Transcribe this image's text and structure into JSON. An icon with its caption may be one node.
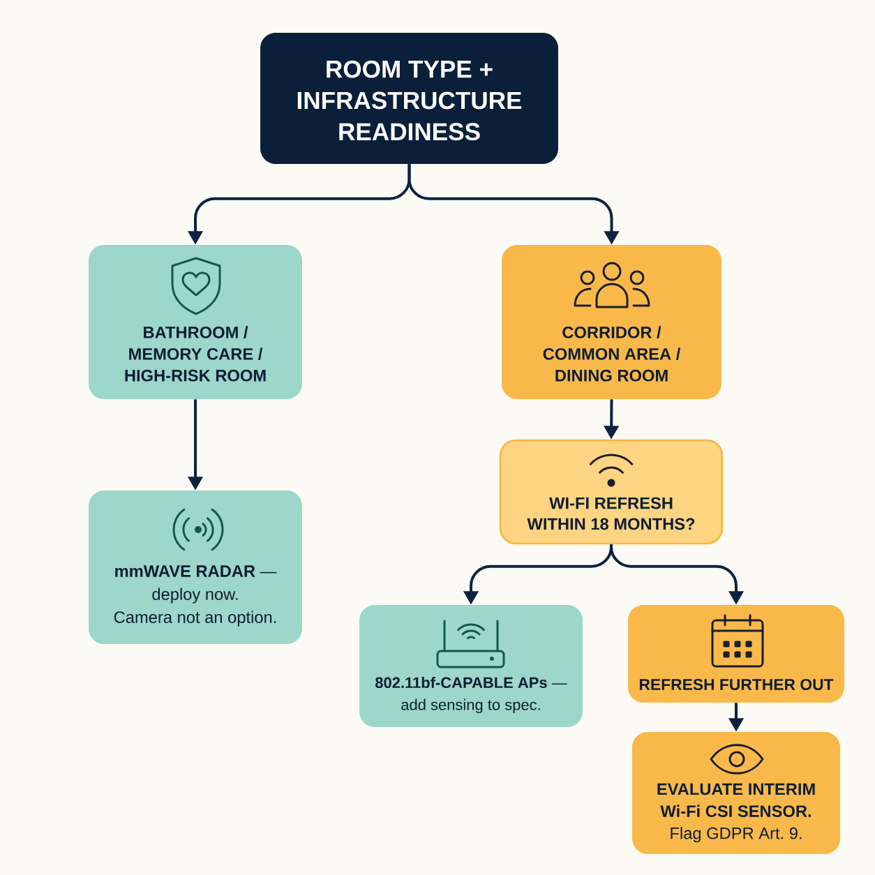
{
  "diagram": {
    "nodes": [
      {
        "text": [
          "ROOM TYPE + INFRASTRUCTURE READINESS"
        ]
      },
      {
        "text": [
          "BATHROOM / MEMORY CARE / HIGH-RISK ROOM"
        ]
      },
      {
        "text": [
          "CORRIDOR / COMMON AREA / DINING ROOM"
        ]
      },
      {
        "text": [
          "**mmWAVE RADAR** — deploy now.",
          "Camera not an option."
        ]
      },
      {
        "text": [
          "WI-FI REFRESH WITHIN 18 MONTHS?"
        ]
      },
      {
        "text": [
          "**802.11bf-CAPABLE APs** — add sensing to spec."
        ]
      },
      {
        "text": [
          "REFRESH FURTHER OUT"
        ]
      },
      {
        "text": [
          "EVALUATE INTERIM Wi-Fi CSI SENSOR.",
          "Flag GDPR Art. 9."
        ]
      }
    ],
    "edges": [
      {
        "from": 0,
        "to": 1,
        "arrow": "to"
      },
      {
        "from": 0,
        "to": 2,
        "arrow": "to"
      },
      {
        "from": 1,
        "to": 3,
        "arrow": "to"
      },
      {
        "from": 2,
        "to": 4,
        "arrow": "to"
      },
      {
        "from": 4,
        "to": 5,
        "arrow": "to"
      },
      {
        "from": 4,
        "to": 6,
        "arrow": "to"
      },
      {
        "from": 6,
        "to": 7,
        "arrow": "to"
      }
    ]
  }
}
